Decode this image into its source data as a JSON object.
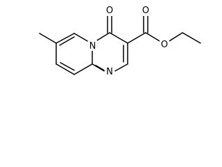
{
  "molecule": {
    "atoms": {
      "n_bridge": "N",
      "n_ring": "N",
      "o_keto": "O",
      "o_carbonyl": "O",
      "o_ester": "O"
    }
  },
  "colors": {
    "bond": "#000000",
    "background": "#ffffff"
  }
}
